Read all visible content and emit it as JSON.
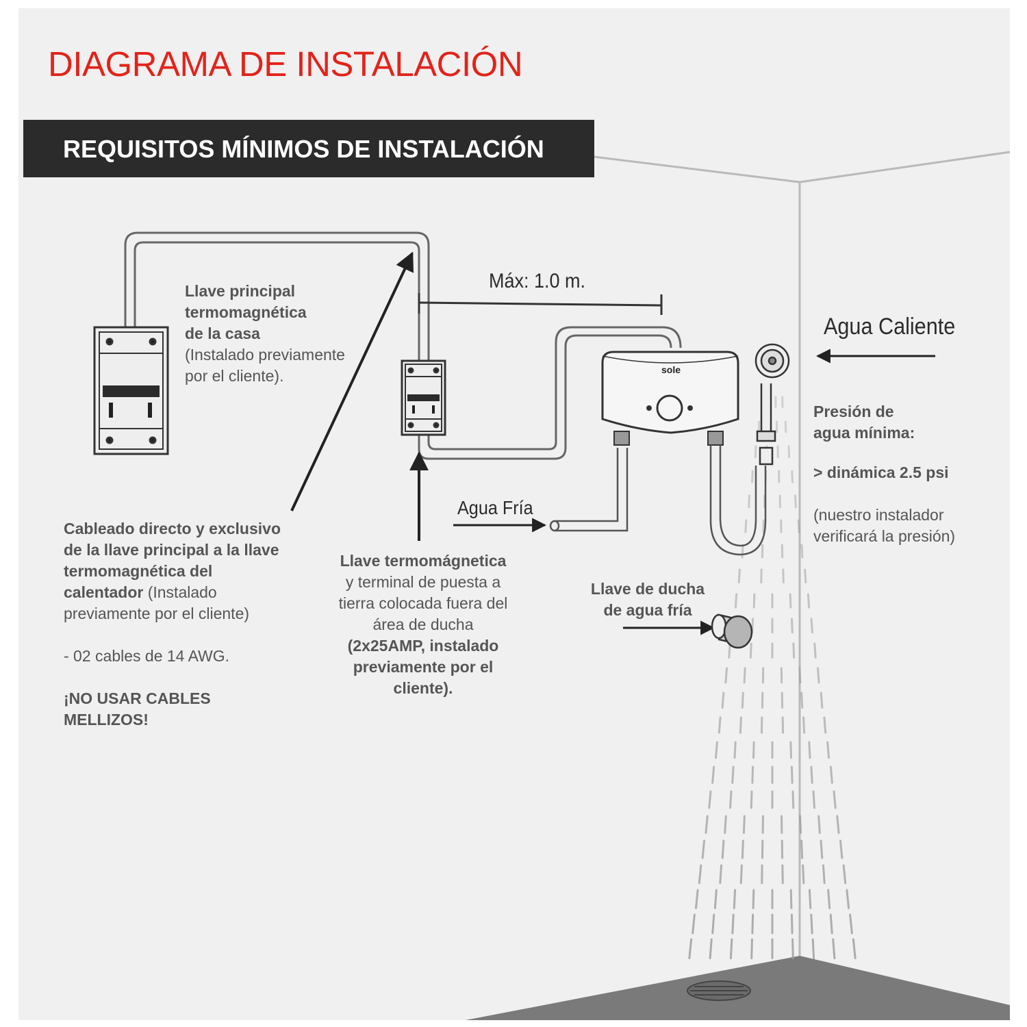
{
  "title": "DIAGRAMA DE INSTALACIÓN",
  "banner": "REQUISITOS MÍNIMOS DE INSTALACIÓN",
  "distance_label": "Máx: 1.0 m.",
  "hot_water_label": "Agua Caliente",
  "cold_water_label": "Agua Fría",
  "heater_brand": "sole",
  "main_breaker": {
    "line1": "Llave principal",
    "line2": "termomagnética",
    "line3": "de la casa",
    "line4": "(Instalado previamente",
    "line5": "por el cliente)."
  },
  "wiring": {
    "line1": "Cableado directo y exclusivo",
    "line2": "de la llave principal a la llave",
    "line3": "termomagnética del",
    "line4_bold": "calentador",
    "line4_rest": " (Instalado",
    "line5": "previamente por el cliente)",
    "cables": "- 02 cables de 14 AWG.",
    "warning1": "¡NO USAR CABLES",
    "warning2": "MELLIZOS!"
  },
  "heater_breaker": {
    "line1": "Llave termomágnetica",
    "line2": "y terminal de puesta a",
    "line3": "tierra colocada fuera del",
    "line4": "área de ducha",
    "line5": "(2x25AMP, instalado",
    "line6": "previamente por el",
    "line7": "cliente)."
  },
  "cold_valve": {
    "line1": "Llave de ducha",
    "line2": "de agua fría"
  },
  "pressure": {
    "line1": "Presión de",
    "line2": "agua mínima:",
    "value": "> dinámica 2.5 psi",
    "note1": "(nuestro instalador",
    "note2": "verificará la presión)"
  }
}
